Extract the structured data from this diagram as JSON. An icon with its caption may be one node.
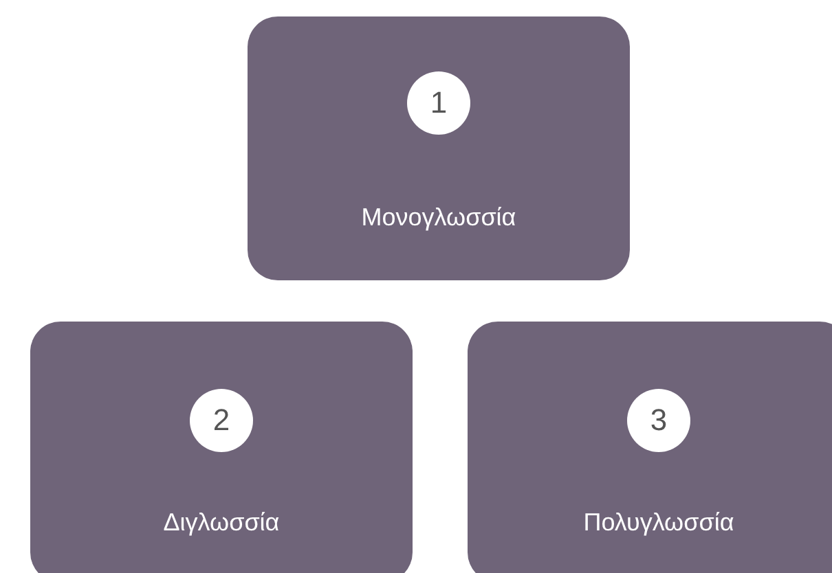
{
  "diagram": {
    "nodes": [
      {
        "text": [
          "Μονογλωσσία"
        ]
      },
      {
        "text": [
          "1"
        ],
        "in": 0
      },
      {
        "text": [
          "Διγλωσσία"
        ]
      },
      {
        "text": [
          "2"
        ],
        "in": 2
      },
      {
        "text": [
          "Πολυγλωσσία"
        ]
      },
      {
        "text": [
          "3"
        ],
        "in": 4
      }
    ]
  }
}
